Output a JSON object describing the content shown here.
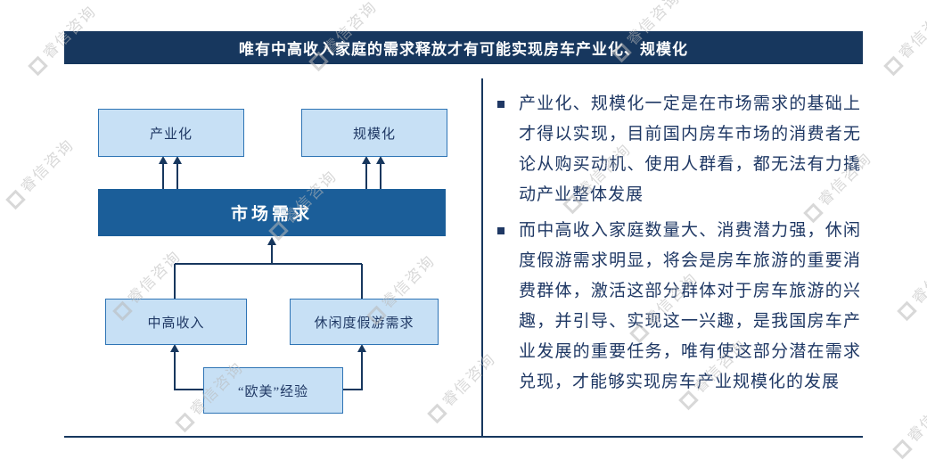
{
  "title": "唯有中高收入家庭的需求释放才有可能实现房车产业化、规模化",
  "watermark": {
    "text": "睿信咨询"
  },
  "diagram": {
    "industrialization": "产业化",
    "scale": "规模化",
    "market_demand": "市场需求",
    "middle_high_income": "中高收入",
    "leisure_demand": "休闲度假游需求",
    "western_experience": "“欧美”经验"
  },
  "bullets": [
    "产业化、规模化一定是在市场需求的基础上才得以实现，目前国内房车市场的消费者无论从购买动机、使用人群看，都无法有力撬动产业整体发展",
    "而中高收入家庭数量大、消费潜力强，休闲度假游需求明显，将会是房车旅游的重要消费群体，激活这部分群体对于房车旅游的兴趣，并引导、实现这一兴趣，是我国房车产业发展的重要任务，唯有使这部分潜在需求兑现，才能够实现房车产业规模化的发展"
  ],
  "colors": {
    "title_bar": "#17375E",
    "demand_box": "#1B5E99",
    "light_box_fill": "#C7E0F5",
    "light_box_border": "#2E74B5",
    "body_text": "#1F3864",
    "watermark": "#B9B9B9"
  }
}
